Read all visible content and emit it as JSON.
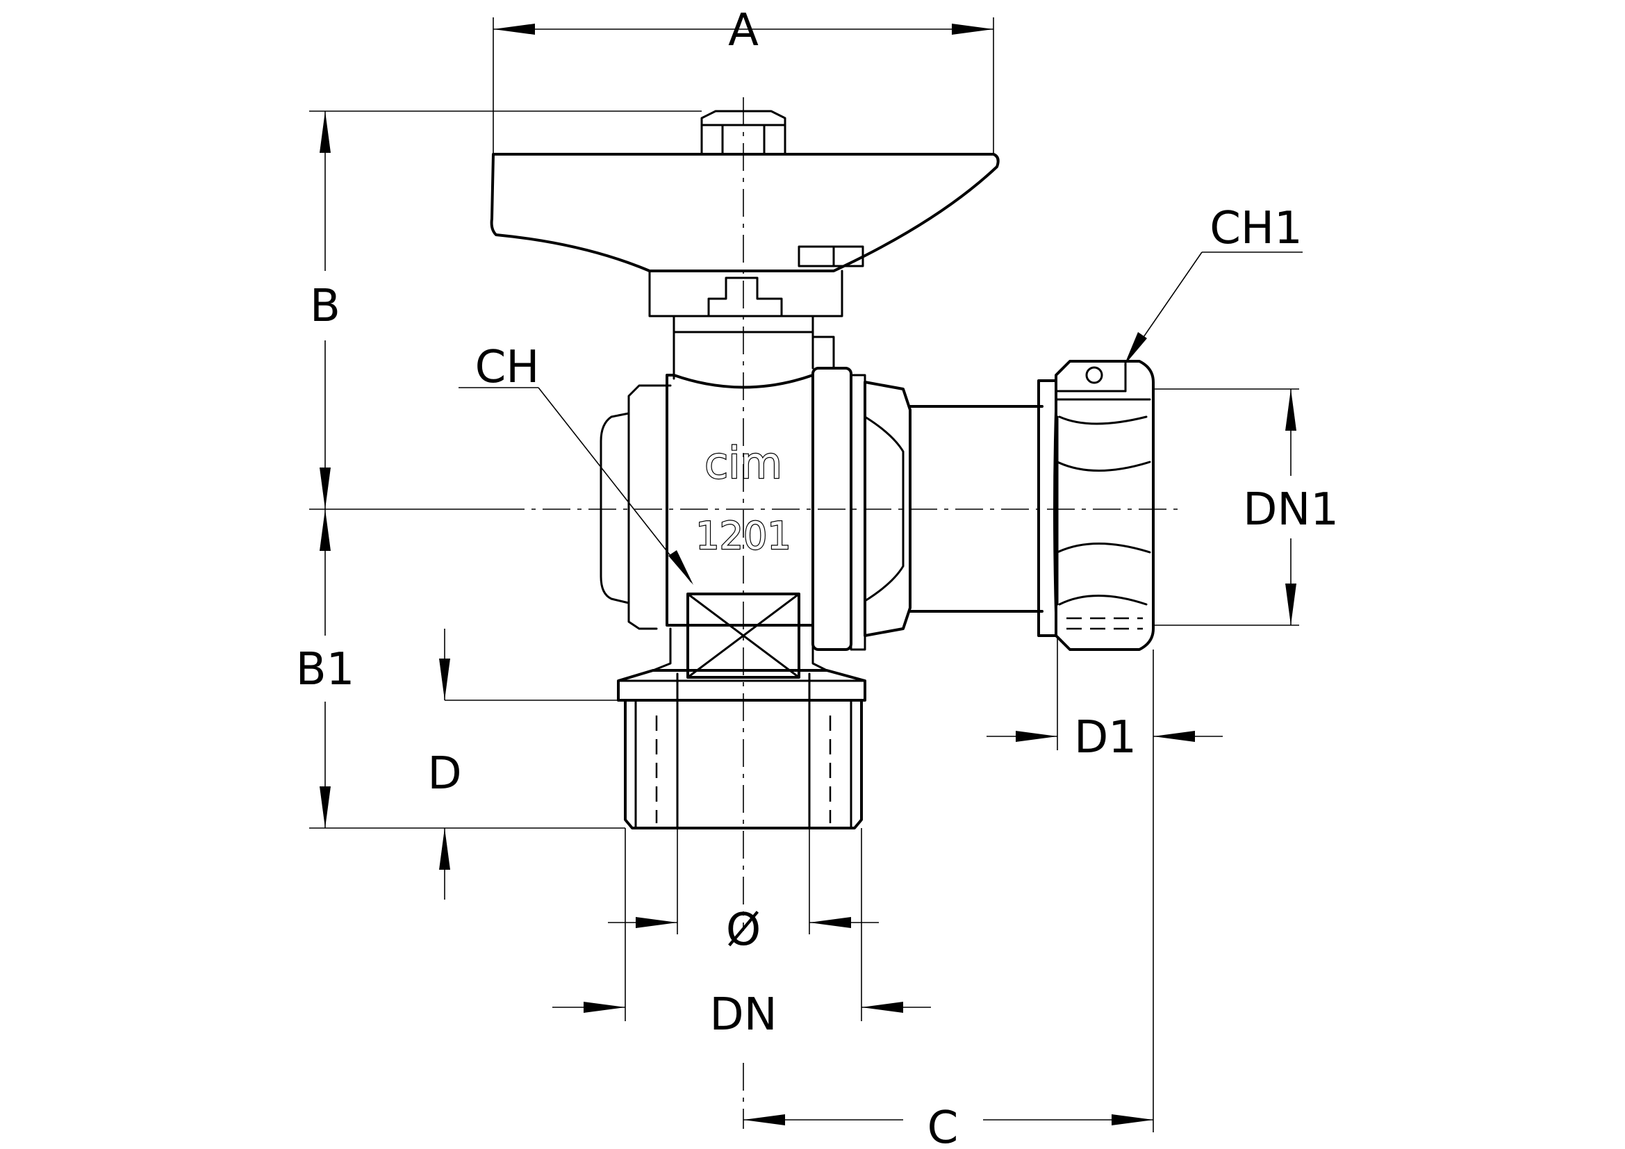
{
  "labels": {
    "a": "A",
    "b": "B",
    "b1": "B1",
    "c": "C",
    "ch": "CH",
    "ch1": "CH1",
    "d": "D",
    "d1": "D1",
    "dn": "DN",
    "dn1": "DN1",
    "diameter": "Ø"
  },
  "body_marking": {
    "brand": "cim",
    "model": "1201"
  }
}
